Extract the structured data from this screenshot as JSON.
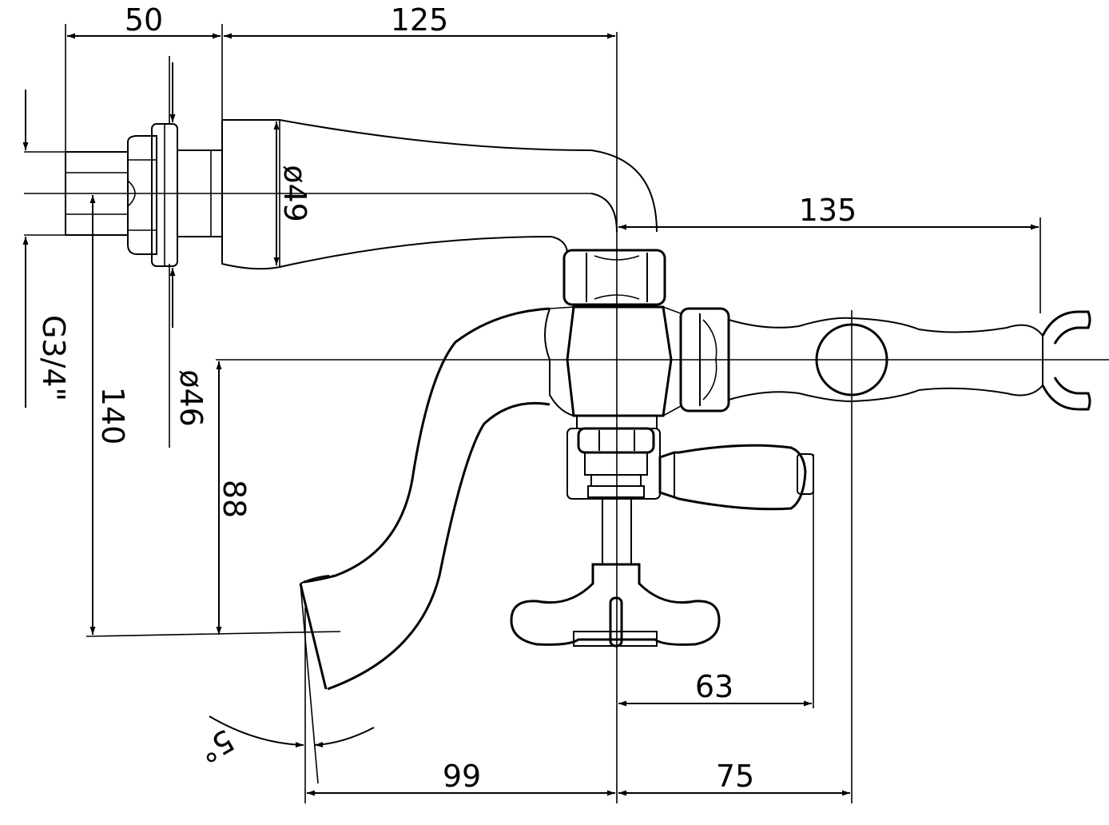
{
  "drawing": {
    "dimensions": {
      "top_left": "50",
      "top_mid": "125",
      "shower_arm": "135",
      "pipe_dia": "ø49",
      "thread": "G3/4\"",
      "height_140": "140",
      "flange_dia": "ø46",
      "height_88": "88",
      "handle_63": "63",
      "angle": "5°",
      "spout_99": "99",
      "holder_75": "75"
    }
  }
}
